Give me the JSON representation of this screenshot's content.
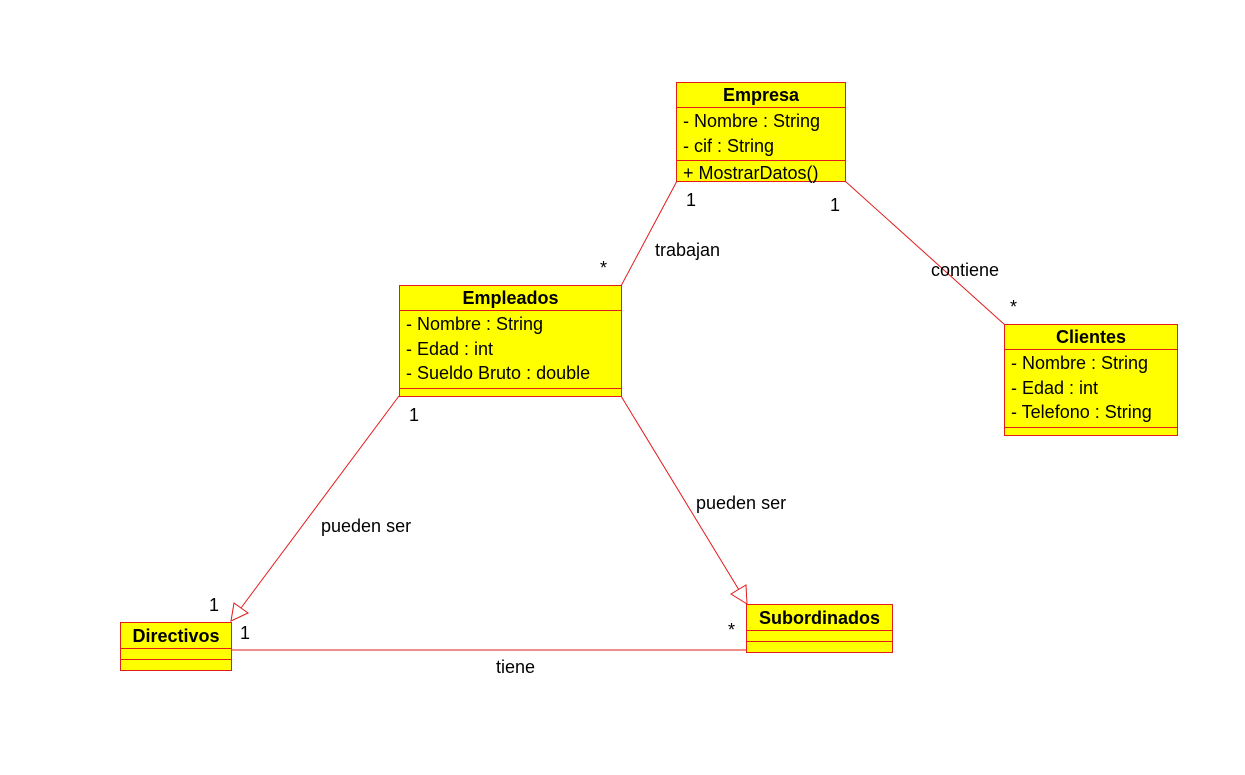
{
  "colors": {
    "class_fill": "#ffff00",
    "line": "#e31b1b"
  },
  "classes": {
    "empresa": {
      "name": "Empresa",
      "attributes": [
        "- Nombre : String",
        "- cif : String"
      ],
      "operations": [
        "+ MostrarDatos()"
      ]
    },
    "empleados": {
      "name": "Empleados",
      "attributes": [
        "- Nombre : String",
        "- Edad : int",
        "- Sueldo Bruto : double"
      ],
      "operations": []
    },
    "clientes": {
      "name": "Clientes",
      "attributes": [
        "- Nombre : String",
        "- Edad : int",
        "- Telefono : String"
      ],
      "operations": []
    },
    "directivos": {
      "name": "Directivos",
      "attributes": [],
      "operations": []
    },
    "subordinados": {
      "name": "Subordinados",
      "attributes": [],
      "operations": []
    }
  },
  "associations": {
    "trabajan": {
      "label": "trabajan",
      "mult_empresa": "1",
      "mult_empleados": "*"
    },
    "contiene": {
      "label": "contiene",
      "mult_empresa": "1",
      "mult_clientes": "*"
    },
    "gen_directivos": {
      "label": "pueden ser",
      "mult_empleados": "1",
      "mult_directivos": "1"
    },
    "gen_subordinados": {
      "label": "pueden ser"
    },
    "tiene": {
      "label": "tiene",
      "mult_directivos": "1",
      "mult_subordinados": "*"
    }
  }
}
